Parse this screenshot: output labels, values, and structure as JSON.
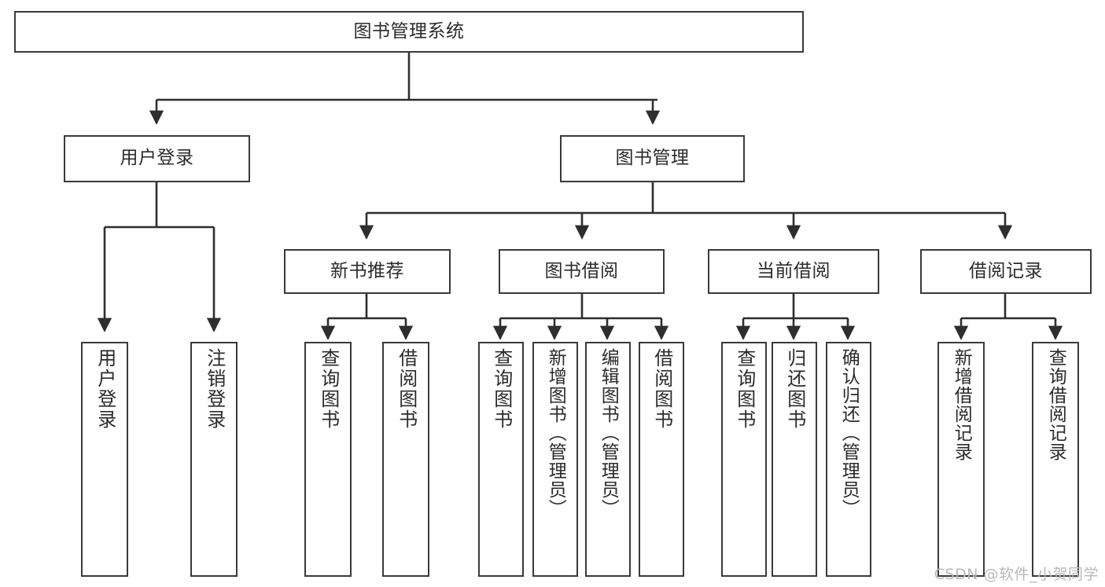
{
  "diagram": {
    "type": "tree-hierarchy-chart",
    "root": {
      "id": "root",
      "label": "图书管理系统"
    },
    "level2": [
      {
        "id": "user-login",
        "label": "用户登录"
      },
      {
        "id": "book-management",
        "label": "图书管理"
      }
    ],
    "level3": [
      {
        "id": "new-book-recommend",
        "label": "新书推荐",
        "parent": "book-management"
      },
      {
        "id": "book-borrow",
        "label": "图书借阅",
        "parent": "book-management"
      },
      {
        "id": "current-borrow",
        "label": "当前借阅",
        "parent": "book-management"
      },
      {
        "id": "borrow-record",
        "label": "借阅记录",
        "parent": "book-management"
      }
    ],
    "leaves": [
      {
        "id": "leaf-user-login",
        "label": "用户登录",
        "parent": "user-login"
      },
      {
        "id": "leaf-logout-login",
        "label": "注销登录",
        "parent": "user-login"
      },
      {
        "id": "leaf-query-book-1",
        "label": "查询图书",
        "parent": "new-book-recommend"
      },
      {
        "id": "leaf-borrow-book-1",
        "label": "借阅图书",
        "parent": "new-book-recommend"
      },
      {
        "id": "leaf-query-book-2",
        "label": "查询图书",
        "parent": "book-borrow"
      },
      {
        "id": "leaf-add-book",
        "label": "新增图书（管理员）",
        "parent": "book-borrow"
      },
      {
        "id": "leaf-edit-book",
        "label": "编辑图书（管理员）",
        "parent": "book-borrow"
      },
      {
        "id": "leaf-borrow-book-2",
        "label": "借阅图书",
        "parent": "book-borrow"
      },
      {
        "id": "leaf-query-book-3",
        "label": "查询图书",
        "parent": "current-borrow"
      },
      {
        "id": "leaf-return-book",
        "label": "归还图书",
        "parent": "current-borrow"
      },
      {
        "id": "leaf-confirm-return",
        "label": "确认归还（管理员）",
        "parent": "current-borrow"
      },
      {
        "id": "leaf-add-record",
        "label": "新增借阅记录",
        "parent": "borrow-record"
      },
      {
        "id": "leaf-query-record",
        "label": "查询借阅记录",
        "parent": "borrow-record"
      }
    ]
  },
  "watermark": {
    "text": "CSDN @软件_小贺同学"
  },
  "colors": {
    "border": "#3a3a3a",
    "text": "#2b2b2b",
    "background": "#ffffff",
    "watermark": "#b9b9b9"
  }
}
